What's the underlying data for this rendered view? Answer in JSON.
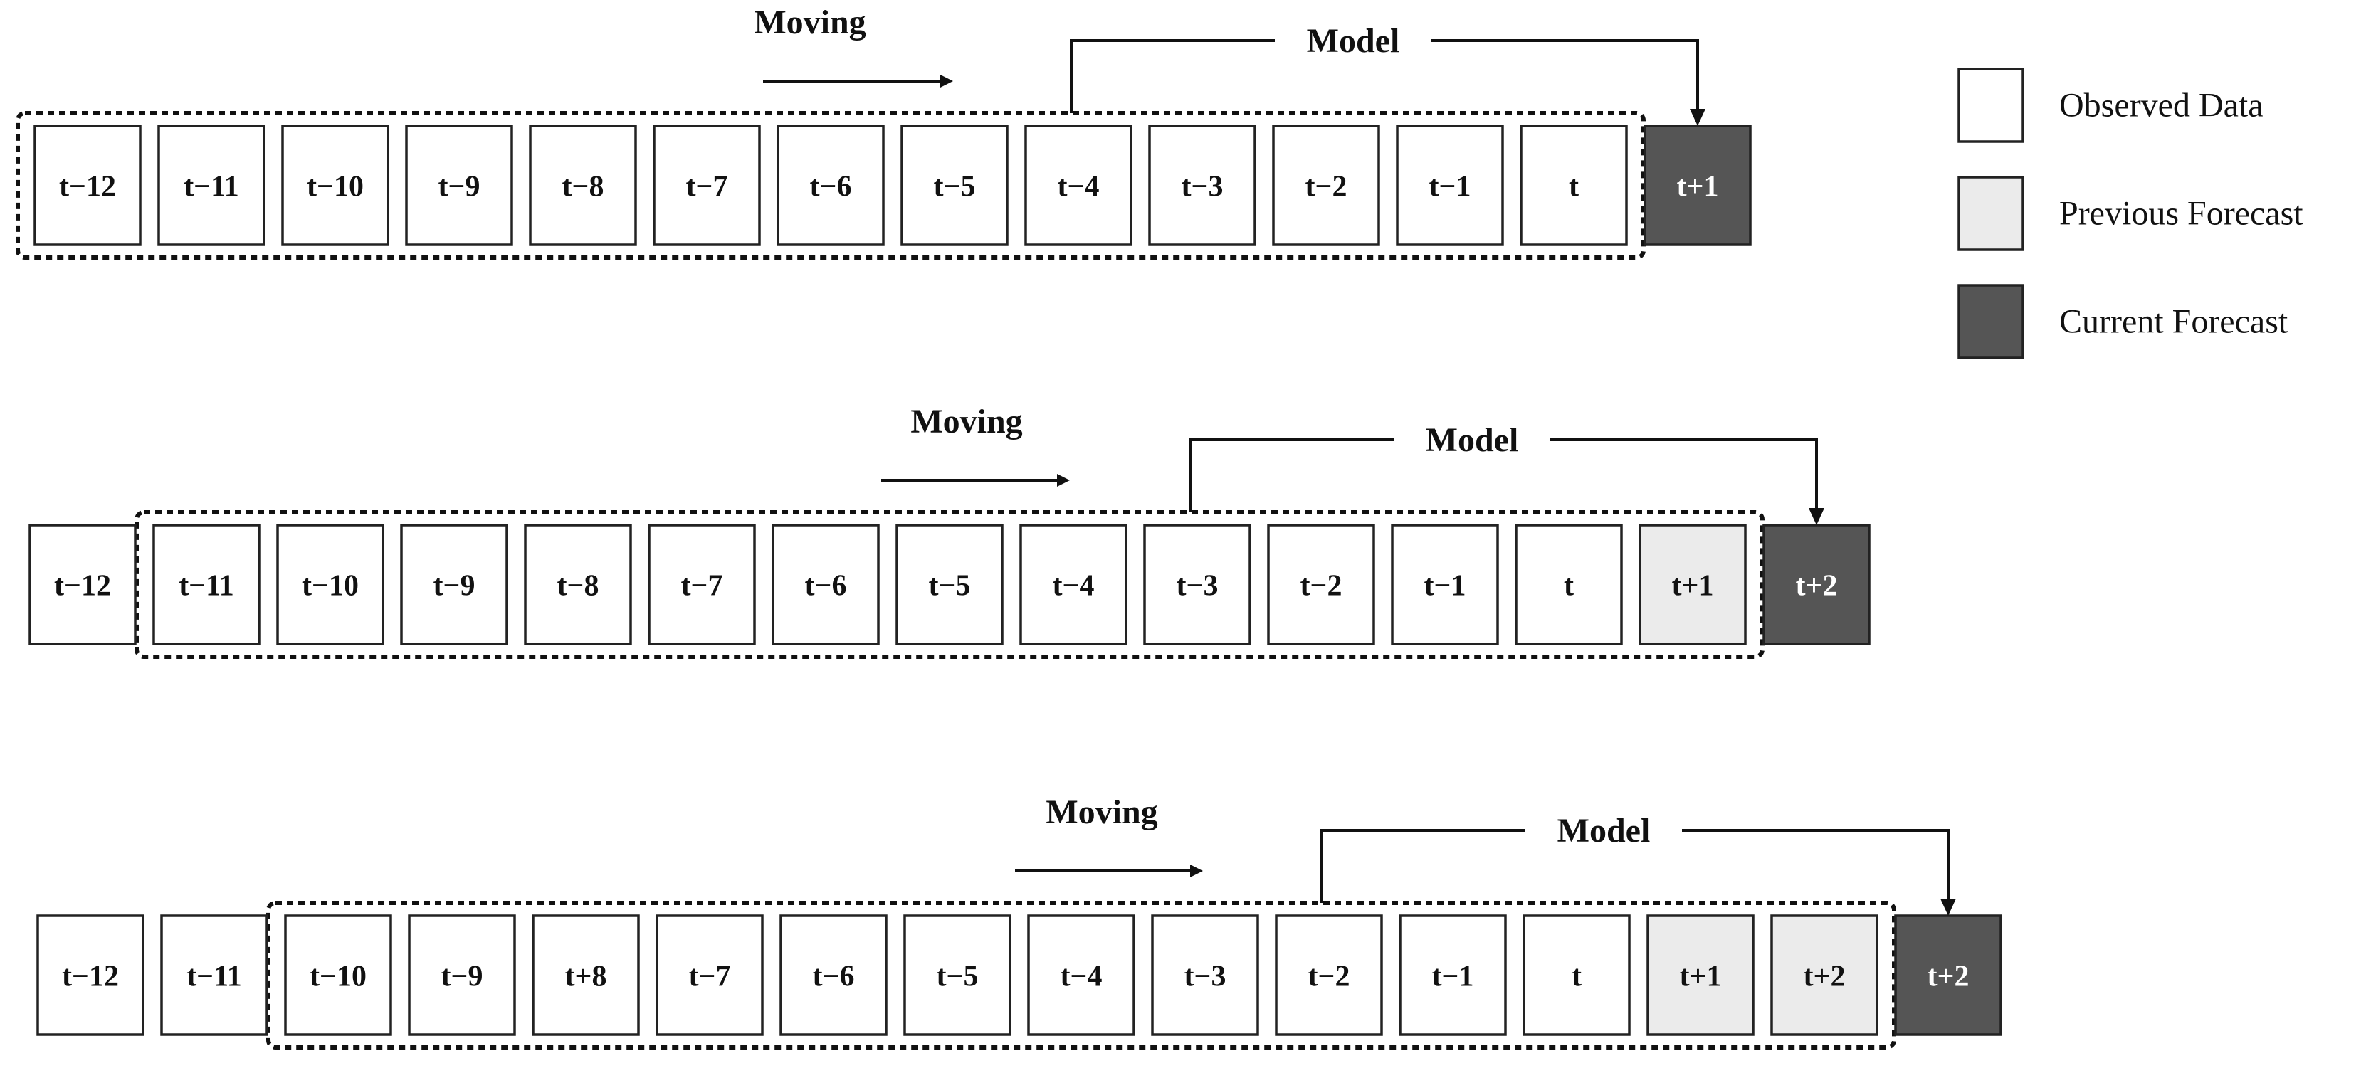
{
  "colors": {
    "observed": "#ffffff",
    "previous_forecast": "#ebebeb",
    "current_forecast": "#555555",
    "current_forecast_text": "#ffffff"
  },
  "rows": [
    {
      "moving_label": "Moving",
      "model_label": "Model",
      "cells": [
        {
          "label": "t−12",
          "kind": "observed",
          "in_window": true
        },
        {
          "label": "t−11",
          "kind": "observed",
          "in_window": true
        },
        {
          "label": "t−10",
          "kind": "observed",
          "in_window": true
        },
        {
          "label": "t−9",
          "kind": "observed",
          "in_window": true
        },
        {
          "label": "t−8",
          "kind": "observed",
          "in_window": true
        },
        {
          "label": "t−7",
          "kind": "observed",
          "in_window": true
        },
        {
          "label": "t−6",
          "kind": "observed",
          "in_window": true
        },
        {
          "label": "t−5",
          "kind": "observed",
          "in_window": true
        },
        {
          "label": "t−4",
          "kind": "observed",
          "in_window": true
        },
        {
          "label": "t−3",
          "kind": "observed",
          "in_window": true
        },
        {
          "label": "t−2",
          "kind": "observed",
          "in_window": true
        },
        {
          "label": "t−1",
          "kind": "observed",
          "in_window": true
        },
        {
          "label": "t",
          "kind": "observed",
          "in_window": true
        },
        {
          "label": "t+1",
          "kind": "current_forecast",
          "in_window": false
        }
      ]
    },
    {
      "moving_label": "Moving",
      "model_label": "Model",
      "cells": [
        {
          "label": "t−12",
          "kind": "observed",
          "in_window": false
        },
        {
          "label": "t−11",
          "kind": "observed",
          "in_window": true
        },
        {
          "label": "t−10",
          "kind": "observed",
          "in_window": true
        },
        {
          "label": "t−9",
          "kind": "observed",
          "in_window": true
        },
        {
          "label": "t−8",
          "kind": "observed",
          "in_window": true
        },
        {
          "label": "t−7",
          "kind": "observed",
          "in_window": true
        },
        {
          "label": "t−6",
          "kind": "observed",
          "in_window": true
        },
        {
          "label": "t−5",
          "kind": "observed",
          "in_window": true
        },
        {
          "label": "t−4",
          "kind": "observed",
          "in_window": true
        },
        {
          "label": "t−3",
          "kind": "observed",
          "in_window": true
        },
        {
          "label": "t−2",
          "kind": "observed",
          "in_window": true
        },
        {
          "label": "t−1",
          "kind": "observed",
          "in_window": true
        },
        {
          "label": "t",
          "kind": "observed",
          "in_window": true
        },
        {
          "label": "t+1",
          "kind": "previous_forecast",
          "in_window": true
        },
        {
          "label": "t+2",
          "kind": "current_forecast",
          "in_window": false
        }
      ]
    },
    {
      "moving_label": "Moving",
      "model_label": "Model",
      "cells": [
        {
          "label": "t−12",
          "kind": "observed",
          "in_window": false
        },
        {
          "label": "t−11",
          "kind": "observed",
          "in_window": false
        },
        {
          "label": "t−10",
          "kind": "observed",
          "in_window": true
        },
        {
          "label": "t−9",
          "kind": "observed",
          "in_window": true
        },
        {
          "label": "t+8",
          "kind": "observed",
          "in_window": true
        },
        {
          "label": "t−7",
          "kind": "observed",
          "in_window": true
        },
        {
          "label": "t−6",
          "kind": "observed",
          "in_window": true
        },
        {
          "label": "t−5",
          "kind": "observed",
          "in_window": true
        },
        {
          "label": "t−4",
          "kind": "observed",
          "in_window": true
        },
        {
          "label": "t−3",
          "kind": "observed",
          "in_window": true
        },
        {
          "label": "t−2",
          "kind": "observed",
          "in_window": true
        },
        {
          "label": "t−1",
          "kind": "observed",
          "in_window": true
        },
        {
          "label": "t",
          "kind": "observed",
          "in_window": true
        },
        {
          "label": "t+1",
          "kind": "previous_forecast",
          "in_window": true
        },
        {
          "label": "t+2",
          "kind": "previous_forecast",
          "in_window": true
        },
        {
          "label": "t+2",
          "kind": "current_forecast",
          "in_window": false
        }
      ]
    }
  ],
  "legend": [
    {
      "label": "Observed Data",
      "kind": "observed"
    },
    {
      "label": "Previous Forecast",
      "kind": "previous_forecast"
    },
    {
      "label": "Current Forecast",
      "kind": "current_forecast"
    }
  ]
}
